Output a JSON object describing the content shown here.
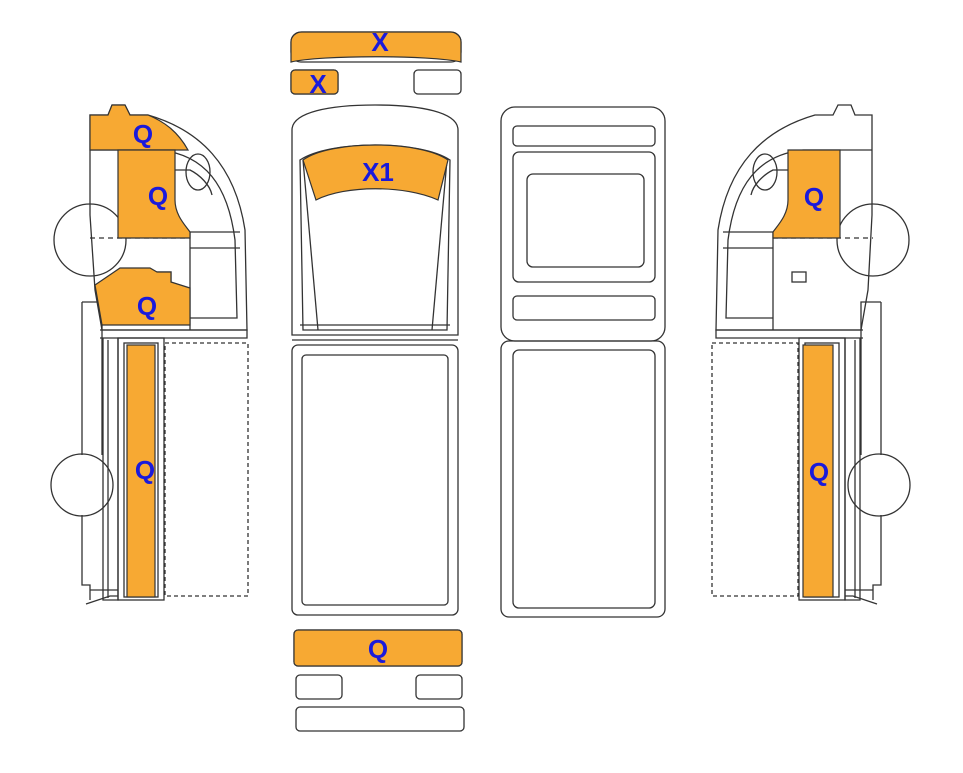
{
  "colors": {
    "fill": "#f7a933",
    "label": "#1a1adb",
    "line": "#333333"
  },
  "labels": {
    "front_bumper_top": "X",
    "front_small_left": "X",
    "windshield": "X1",
    "left_top": "Q",
    "left_door": "Q",
    "left_lower": "Q",
    "left_side_panel": "Q",
    "right_door": "Q",
    "right_side_panel": "Q",
    "rear_bumper": "Q"
  }
}
